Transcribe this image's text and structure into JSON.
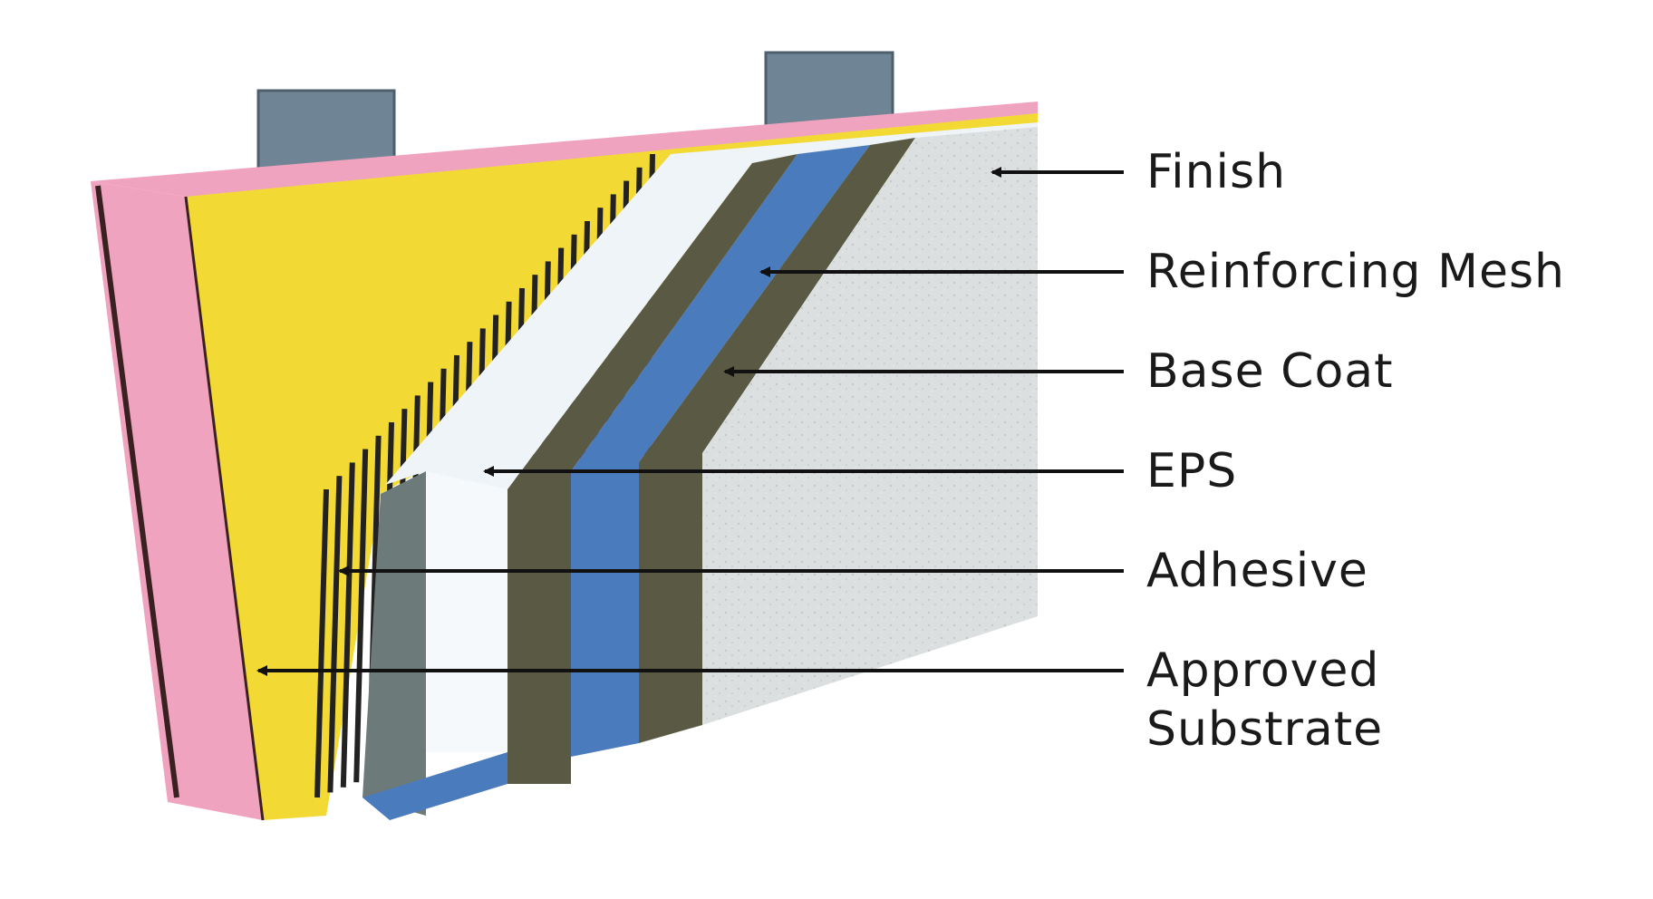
{
  "diagram": {
    "labels": {
      "finish": "Finish",
      "reinforcing_mesh": "Reinforcing Mesh",
      "base_coat": "Base Coat",
      "eps": "EPS",
      "adhesive": "Adhesive",
      "approved_substrate_line1": "Approved",
      "approved_substrate_line2": "Substrate"
    },
    "colors": {
      "sheathing": "#f0a3bf",
      "substrate": "#f3d933",
      "adhesive_ribbons": "#222222",
      "eps": "#eef4f7",
      "base_coat": "#5a5a44",
      "mesh": "#4a7bbd",
      "finish": "#d9dcdd",
      "studs": "#6f8494"
    }
  }
}
